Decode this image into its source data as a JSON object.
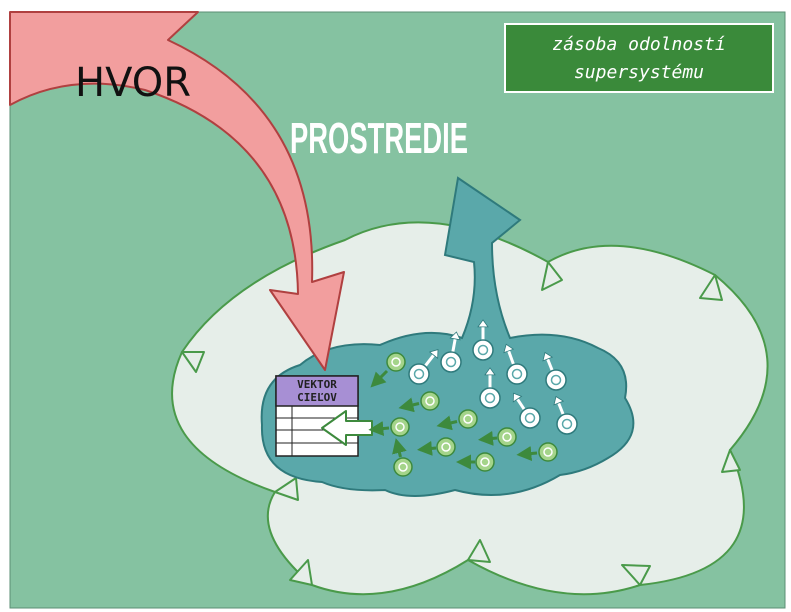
{
  "diagram": {
    "threat_label": "HVOR",
    "environment_label": "PROSTREDIE",
    "goal_vector": {
      "line1": "VEKTOR",
      "line2": "CIEĽOV"
    },
    "reserve_label": {
      "line1": "zásoba odolností",
      "line2": "supersystému"
    }
  },
  "colors": {
    "environment": "#85c2a1",
    "resilience_cloud": "#e6eee9",
    "system_area": "#5aa8aa",
    "threat_arrow": "#f29e9e",
    "reserve_box": "#3a8a3a",
    "goal_vector_header": "#a78fd4",
    "inactive_element": "#a4d48a",
    "active_element": "#ffffff"
  },
  "icons": [
    "threat-arrow-icon",
    "emergence-arrow-icon",
    "goal-vector-table-icon",
    "element-particle-icon"
  ]
}
